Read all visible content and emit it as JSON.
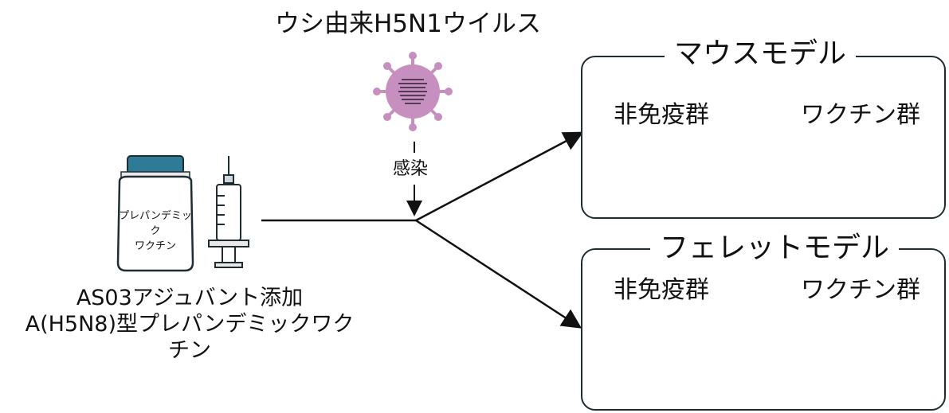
{
  "virus": {
    "title": "ウシ由来H5N1ウイルス",
    "infection_label": "感染"
  },
  "vaccine": {
    "vial_label_line1": "プレパンデミック",
    "vial_label_line2": "ワクチン",
    "caption_line1": "AS03アジュバント添加",
    "caption_line2": "A(H5N8)型プレパンデミックワクチン"
  },
  "mouse_panel": {
    "title": "マウスモデル",
    "unimmunized_label": "非免疫群",
    "vaccine_label": "ワクチン群"
  },
  "ferret_panel": {
    "title": "フェレットモデル",
    "unimmunized_label": "非免疫群",
    "vaccine_label": "ワクチン群"
  },
  "colors": {
    "virus": "#c68fbf",
    "vial_cap": "#2d7b96",
    "panel_border": "#1f2d33",
    "cross": "#e0252b",
    "ferret": "#5a4a40"
  },
  "icons": [
    "virus-icon",
    "vial-icon",
    "syringe-icon",
    "mouse-icon",
    "ferret-icon",
    "cross-mark-icon"
  ]
}
